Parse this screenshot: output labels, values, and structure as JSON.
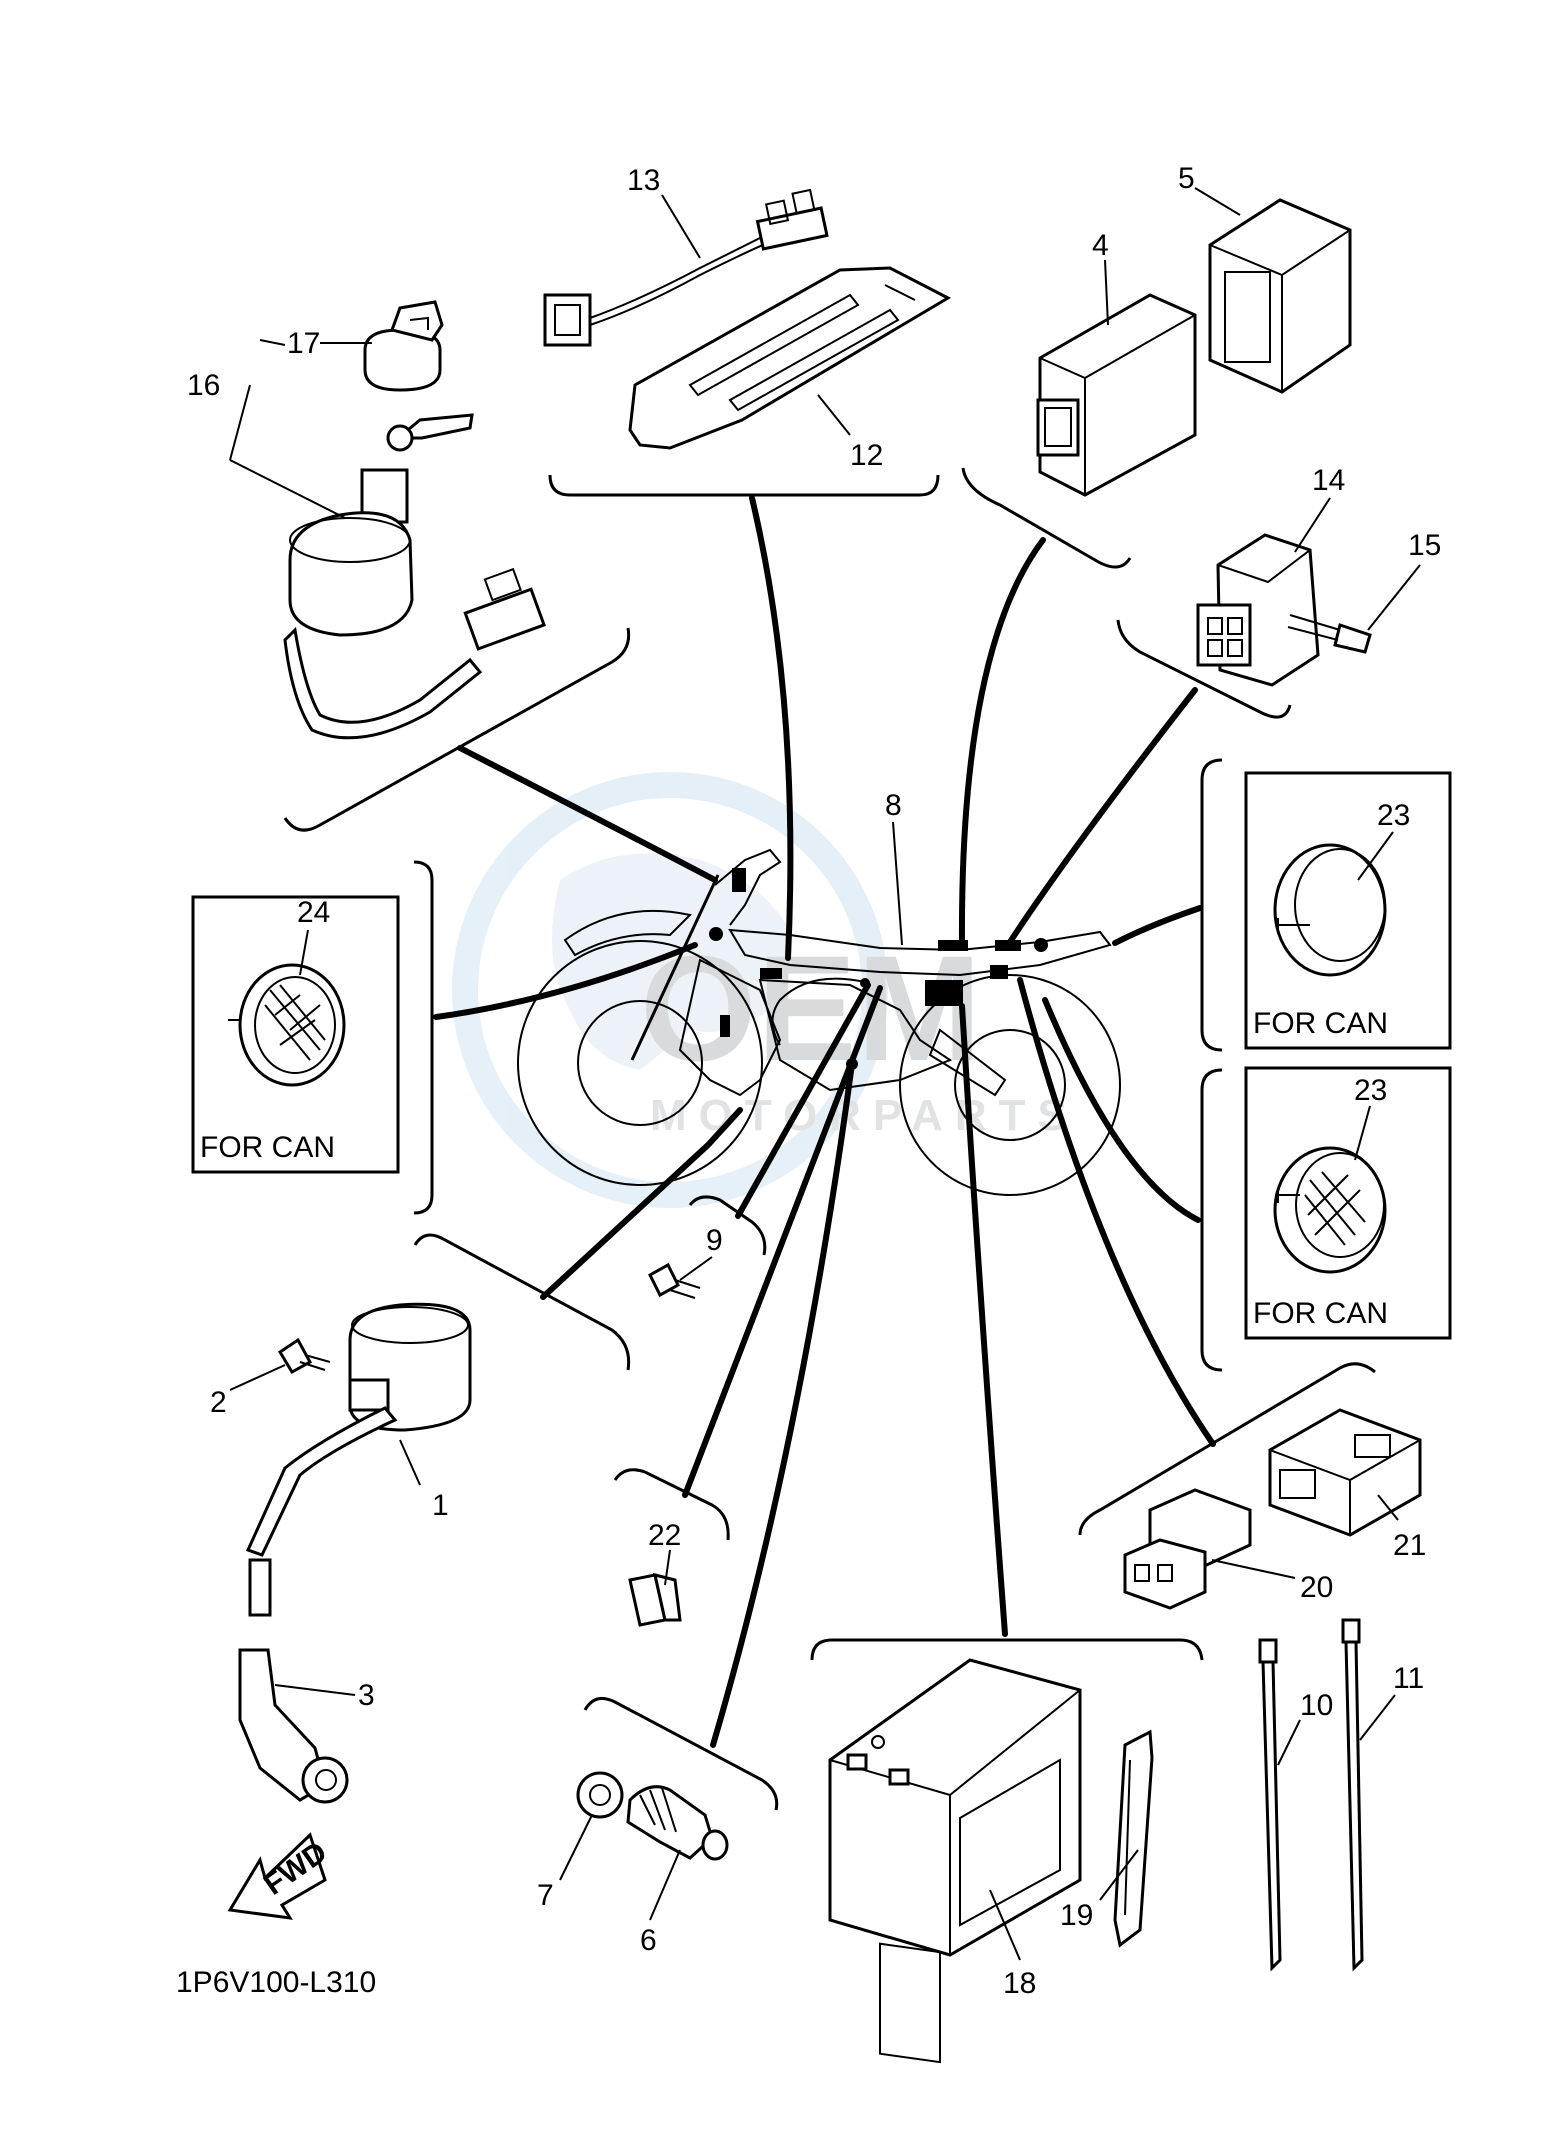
{
  "diagram": {
    "callouts": {
      "c1": "1",
      "c2": "2",
      "c3": "3",
      "c4": "4",
      "c5": "5",
      "c6": "6",
      "c7": "7",
      "c8": "8",
      "c9": "9",
      "c10": "10",
      "c11": "11",
      "c12": "12",
      "c13": "13",
      "c14": "14",
      "c15": "15",
      "c16": "16",
      "c17": "17",
      "c18": "18",
      "c19": "19",
      "c20": "20",
      "c21": "21",
      "c22": "22",
      "c23a": "23",
      "c23b": "23",
      "c24": "24"
    },
    "can_boxes": {
      "left": "FOR CAN",
      "right_top": "FOR CAN",
      "right_bottom": "FOR CAN"
    },
    "direction_arrow": "FWD",
    "diagram_code": "1P6V100-L310",
    "watermark": {
      "main": "OEM",
      "sub": "MOTORPARTS"
    }
  }
}
